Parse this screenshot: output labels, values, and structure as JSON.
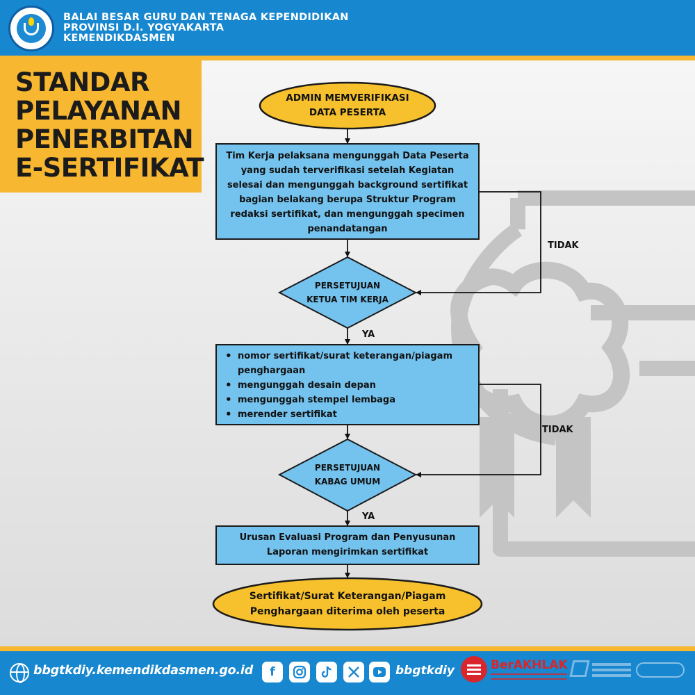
{
  "header": {
    "org_line1": "BALAI BESAR GURU DAN TENAGA KEPENDIDIKAN",
    "org_line2": "PROVINSI D.I. YOGYAKARTA",
    "org_line3": "KEMENDIKDASMEN",
    "logo_icon": "tut-wuri-handayani-logo"
  },
  "title": {
    "line1": "STANDAR",
    "line2": "PELAYANAN",
    "line3": "PENERBITAN",
    "line4": "E-SERTIFIKAT"
  },
  "flowchart": {
    "start": {
      "line1": "ADMIN MEMVERIFIKASI",
      "line2": "DATA PESERTA"
    },
    "step1": {
      "lines": [
        "Tim Kerja pelaksana mengunggah Data Peserta",
        "yang sudah terverifikasi setelah Kegiatan",
        "selesai dan mengunggah background sertifikat",
        "bagian belakang berupa Struktur Program",
        "redaksi sertifikat, dan mengunggah specimen",
        "penandatangan"
      ]
    },
    "decision1": {
      "line1": "PERSETUJUAN",
      "line2": "KETUA TIM KERJA"
    },
    "step2": {
      "items": [
        "nomor sertifikat/surat keterangan/piagam",
        "mengunggah desain depan",
        "mengunggah stempel lembaga",
        "merender sertifikat"
      ],
      "item1_cont": "penghargaan"
    },
    "decision2": {
      "line1": "PERSETUJUAN",
      "line2": "KABAG UMUM"
    },
    "step3": {
      "line1": "Urusan Evaluasi Program dan Penyusunan",
      "line2": "Laporan mengirimkan sertifikat"
    },
    "end": {
      "line1": "Sertifikat/Surat Keterangan/Piagam",
      "line2": "Penghargaan diterima oleh peserta"
    },
    "yes_label": "YA",
    "no_label": "TIDAK"
  },
  "colors": {
    "brand_blue": "#1787cf",
    "accent_yellow": "#f7b731",
    "box_blue": "#74c3ee",
    "ellipse_yellow": "#f7c12d"
  },
  "footer": {
    "website": "bbgtkdiy.kemendikdasmen.go.id",
    "handle": "bbgtkdiy",
    "berakhlak": "BerAKHLAK",
    "social_icons": [
      "facebook-icon",
      "instagram-icon",
      "tiktok-icon",
      "x-icon",
      "youtube-icon"
    ]
  }
}
